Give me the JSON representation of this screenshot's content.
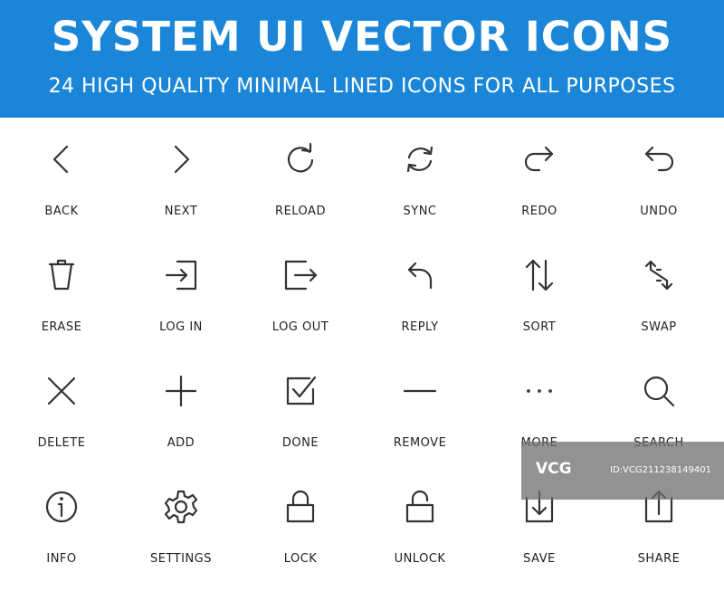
{
  "header": {
    "title": "SYSTEM UI VECTOR ICONS",
    "subtitle": "24 HIGH QUALITY MINIMAL LINED ICONS FOR ALL PURPOSES",
    "background_color": "#1b86d8"
  },
  "icons": [
    {
      "label": "BACK",
      "icon": "back-icon"
    },
    {
      "label": "NEXT",
      "icon": "next-icon"
    },
    {
      "label": "RELOAD",
      "icon": "reload-icon"
    },
    {
      "label": "SYNC",
      "icon": "sync-icon"
    },
    {
      "label": "REDO",
      "icon": "redo-icon"
    },
    {
      "label": "UNDO",
      "icon": "undo-icon"
    },
    {
      "label": "ERASE",
      "icon": "erase-icon"
    },
    {
      "label": "LOG IN",
      "icon": "log-in-icon"
    },
    {
      "label": "LOG OUT",
      "icon": "log-out-icon"
    },
    {
      "label": "REPLY",
      "icon": "reply-icon"
    },
    {
      "label": "SORT",
      "icon": "sort-icon"
    },
    {
      "label": "SWAP",
      "icon": "swap-icon"
    },
    {
      "label": "DELETE",
      "icon": "delete-icon"
    },
    {
      "label": "ADD",
      "icon": "add-icon"
    },
    {
      "label": "DONE",
      "icon": "done-icon"
    },
    {
      "label": "REMOVE",
      "icon": "remove-icon"
    },
    {
      "label": "MORE",
      "icon": "more-icon"
    },
    {
      "label": "SEARCH",
      "icon": "search-icon"
    },
    {
      "label": "INFO",
      "icon": "info-icon"
    },
    {
      "label": "SETTINGS",
      "icon": "settings-icon"
    },
    {
      "label": "LOCK",
      "icon": "lock-icon"
    },
    {
      "label": "UNLOCK",
      "icon": "unlock-icon"
    },
    {
      "label": "SAVE",
      "icon": "save-icon"
    },
    {
      "label": "SHARE",
      "icon": "share-icon"
    }
  ],
  "watermark": {
    "logo": "VCG",
    "id_text": "ID:VCG211238149401"
  }
}
